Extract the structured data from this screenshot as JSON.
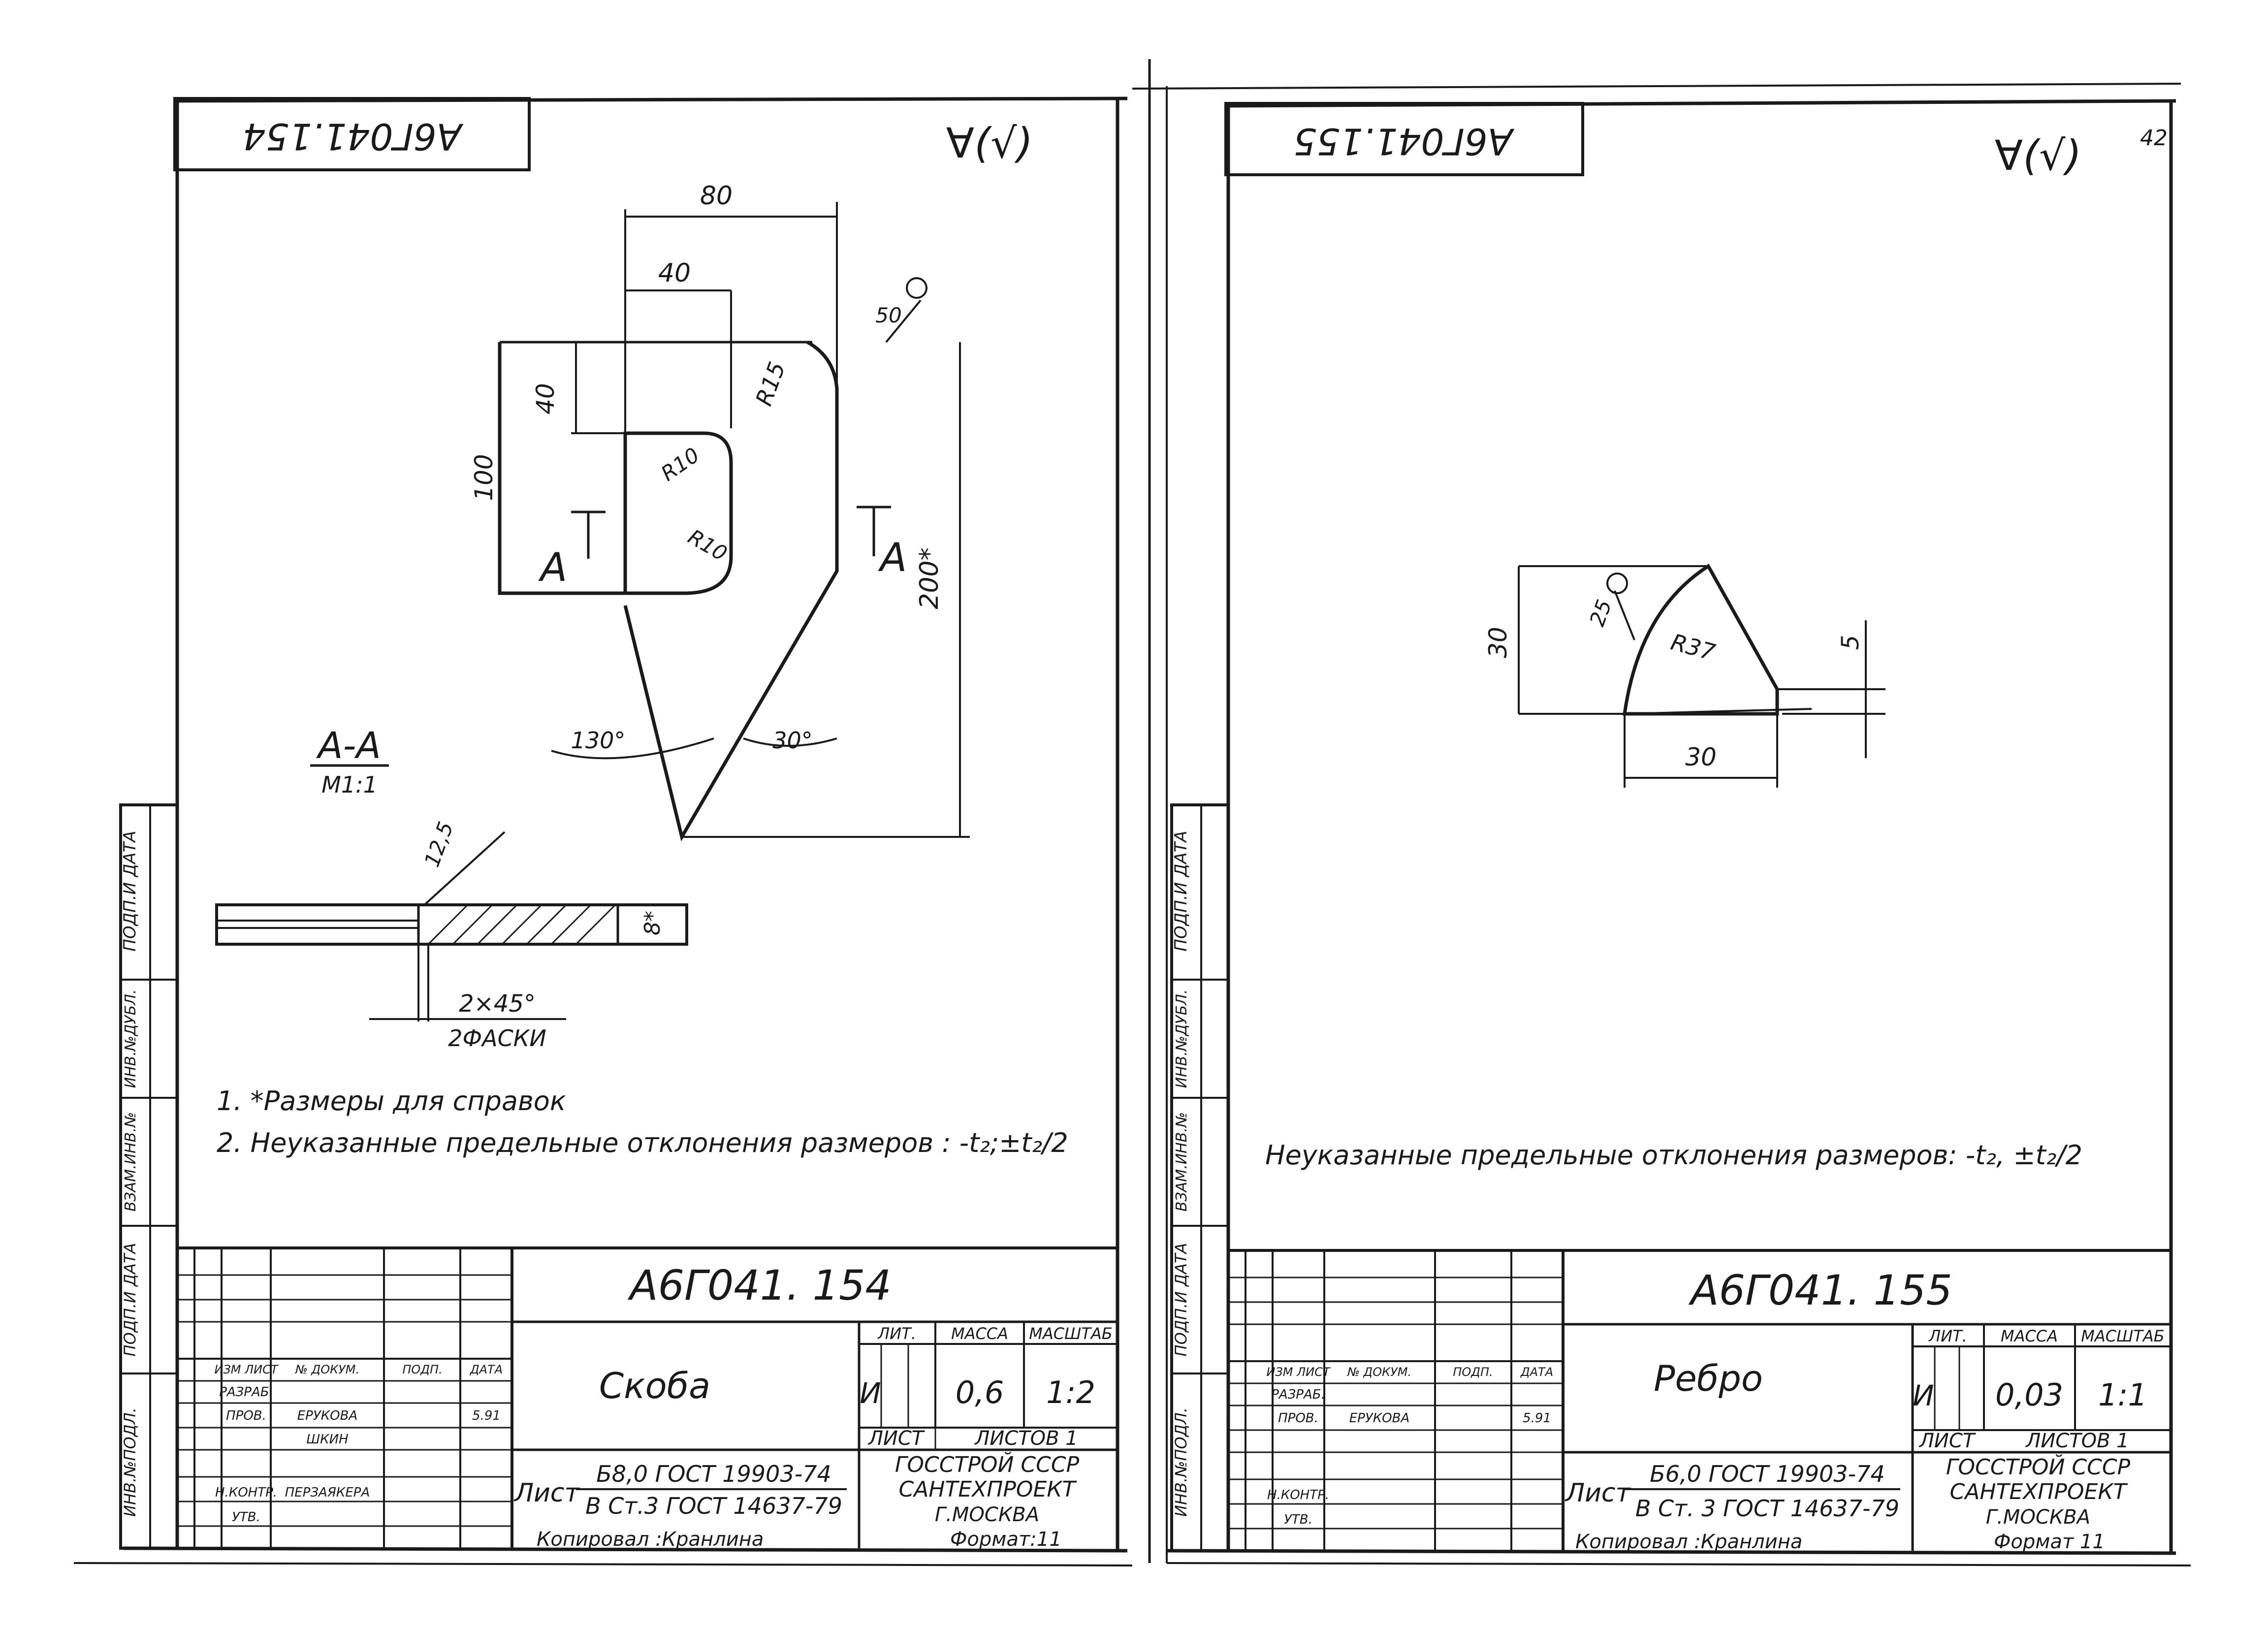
{
  "sheet_left": {
    "doc_code_top": "А6Г041.154",
    "surface_mark": "∀(√)",
    "dimensions": {
      "d80": "80",
      "d40": "40",
      "r15": "R15",
      "roughness_50": "50",
      "d40v": "40",
      "d100": "100",
      "r10_upper": "R10",
      "r10_lower": "R10",
      "d200": "200*",
      "angle_130": "130°",
      "angle_30": "30°",
      "section_mark_left": "А",
      "section_mark_right": "А"
    },
    "section": {
      "title": "А-А",
      "scale": "М1:1",
      "roughness": "12,5",
      "thickness": "8*",
      "chamfer": "2×45°",
      "chamfer_note": "2ФАСКИ"
    },
    "notes": [
      "1. *Размеры для справок",
      "2. Неуказанные предельные отклонения размеров : -t₂;±t₂/2"
    ],
    "stamp": {
      "doc_code": "А6Г041. 154",
      "part_name": "Скоба",
      "lit_header": "ЛИТ.",
      "mass_header": "МАССА",
      "scale_header": "МАСШТАБ",
      "lit": "И",
      "mass": "0,6",
      "scale": "1:2",
      "sheet": "ЛИСТ",
      "sheets": "ЛИСТОВ 1",
      "material_prefix": "Лист",
      "material_line1": "Б8,0 ГОСТ 19903-74",
      "material_line2": "В Ст.3 ГОСТ 14637-79",
      "org_line1": "ГОССТРОЙ СССР",
      "org_line2": "САНТЕХПРОЕКТ",
      "org_line3": "Г.МОСКВА",
      "rows": [
        {
          "role": "ИЗМ ЛИСТ",
          "name": "№ ДОКУМ.",
          "sign": "ПОДП.",
          "date": "ДАТА"
        },
        {
          "role": "РАЗРАБ.",
          "name": "",
          "sign": "",
          "date": ""
        },
        {
          "role": "ПРОВ.",
          "name": "ЕРУКОВА",
          "sign": "",
          "date": "5.91"
        },
        {
          "role": "",
          "name": "ШКИН",
          "sign": "",
          "date": ""
        },
        {
          "role": "",
          "name": "",
          "sign": "",
          "date": ""
        },
        {
          "role": "Н.КОНТР.",
          "name": "ПЕРЗАЯКЕРА",
          "sign": "",
          "date": ""
        },
        {
          "role": "УТВ.",
          "name": "",
          "sign": "",
          "date": ""
        }
      ]
    },
    "copied": "Копировал :Кранлина",
    "format": "Формат:11",
    "side_labels": [
      "ПОДП.И ДАТА",
      "ИНВ.№ДУБЛ.",
      "ВЗАМ.ИНВ.№",
      "ПОДП.И ДАТА",
      "ИНВ.№ПОДЛ."
    ]
  },
  "sheet_right": {
    "doc_code_top": "А6Г041.155",
    "surface_mark": "∀(√)",
    "sheet_number": "42",
    "dimensions": {
      "d30v": "30",
      "roughness": "25",
      "r37": "R37",
      "d5": "5",
      "d30h": "30"
    },
    "note": "Неуказанные предельные отклонения размеров: -t₂, ±t₂/2",
    "stamp": {
      "doc_code": "А6Г041. 155",
      "part_name": "Ребро",
      "lit_header": "ЛИТ.",
      "mass_header": "МАССА",
      "scale_header": "МАСШТАБ",
      "lit": "И",
      "mass": "0,03",
      "scale": "1:1",
      "sheet": "ЛИСТ",
      "sheets": "ЛИСТОВ 1",
      "material_prefix": "Лист",
      "material_line1": "Б6,0 ГОСТ 19903-74",
      "material_line2": "В Ст. 3 ГОСТ 14637-79",
      "org_line1": "ГОССТРОЙ СССР",
      "org_line2": "САНТЕХПРОЕКТ",
      "org_line3": "Г.МОСКВА",
      "rows": [
        {
          "role": "ИЗМ ЛИСТ",
          "name": "№ ДОКУМ.",
          "sign": "ПОДП.",
          "date": "ДАТА"
        },
        {
          "role": "РАЗРАБ.",
          "name": "",
          "sign": "",
          "date": ""
        },
        {
          "role": "ПРОВ.",
          "name": "ЕРУКОВА",
          "sign": "",
          "date": "5.91"
        },
        {
          "role": "",
          "name": "",
          "sign": "",
          "date": ""
        },
        {
          "role": "",
          "name": "",
          "sign": "",
          "date": ""
        },
        {
          "role": "Н.КОНТР.",
          "name": "",
          "sign": "",
          "date": ""
        },
        {
          "role": "УТВ.",
          "name": "",
          "sign": "",
          "date": ""
        }
      ]
    },
    "copied": "Копировал :Кранлина",
    "format": "Формат 11",
    "side_labels": [
      "ПОДП.И ДАТА",
      "ИНВ.№ДУБЛ.",
      "ВЗАМ.ИНВ.№",
      "ПОДП.И ДАТА",
      "ИНВ.№ПОДЛ."
    ]
  }
}
